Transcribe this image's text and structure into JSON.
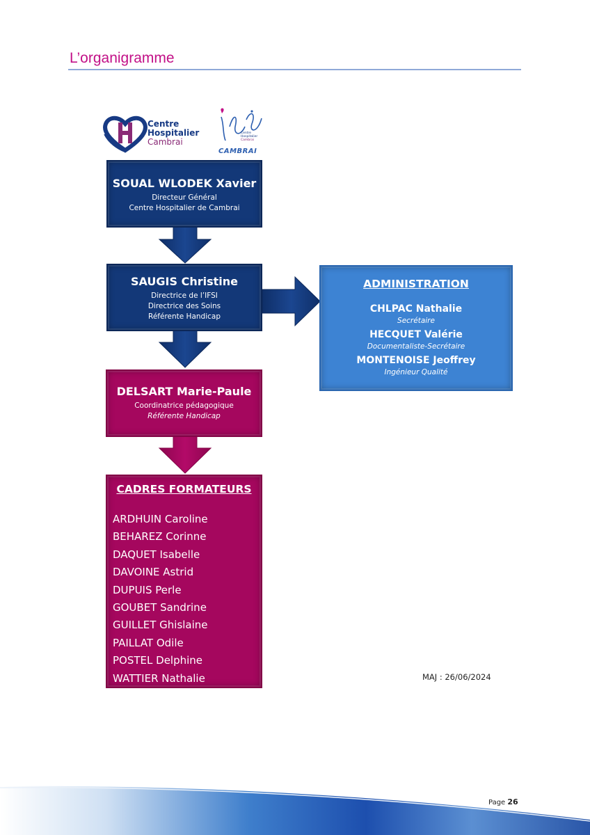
{
  "header": {
    "title": "L’organigramme"
  },
  "logos": {
    "ch": {
      "line1": "Centre",
      "line2": "Hospitalier",
      "line3": "Cambrai"
    },
    "ifsi": {
      "small1": "Centre",
      "small2": "Hospitalier",
      "small3": "Cambrai",
      "city": "CAMBRAI"
    }
  },
  "director": {
    "name": "SOUAL WLODEK Xavier",
    "role1": "Directeur Général",
    "role2": "Centre Hospitalier de Cambrai"
  },
  "ifsi_director": {
    "name": "SAUGIS Christine",
    "role1": "Directrice de l’IFSI",
    "role2": "Directrice des Soins",
    "role3": "Référente Handicap"
  },
  "administration": {
    "title": "ADMINISTRATION",
    "members": [
      {
        "name": "CHLPAC Nathalie",
        "role": "Secrétaire"
      },
      {
        "name": "HECQUET Valérie",
        "role": "Documentaliste-Secrétaire"
      },
      {
        "name": "MONTENOISE Jeoffrey",
        "role": "Ingénieur Qualité"
      }
    ]
  },
  "coordinator": {
    "name": "DELSART Marie-Paule",
    "role1": "Coordinatrice pédagogique",
    "role2": "Référente Handicap"
  },
  "trainers": {
    "title": "CADRES FORMATEURS",
    "members": [
      "ARDHUIN Caroline",
      "BEHAREZ Corinne",
      "DAQUET Isabelle",
      "DAVOINE Astrid",
      "DUPUIS Perle",
      "GOUBET Sandrine",
      "GUILLET Ghislaine",
      "PAILLAT Odile",
      "POSTEL Delphine",
      "WATTIER Nathalie"
    ]
  },
  "footer": {
    "update": "MAJ : 26/06/2024",
    "page_label": "Page",
    "page_number": "26"
  },
  "colors": {
    "title": "#c21087",
    "navy": "#133878",
    "blue": "#3d83d3",
    "magenta": "#a5075e"
  }
}
